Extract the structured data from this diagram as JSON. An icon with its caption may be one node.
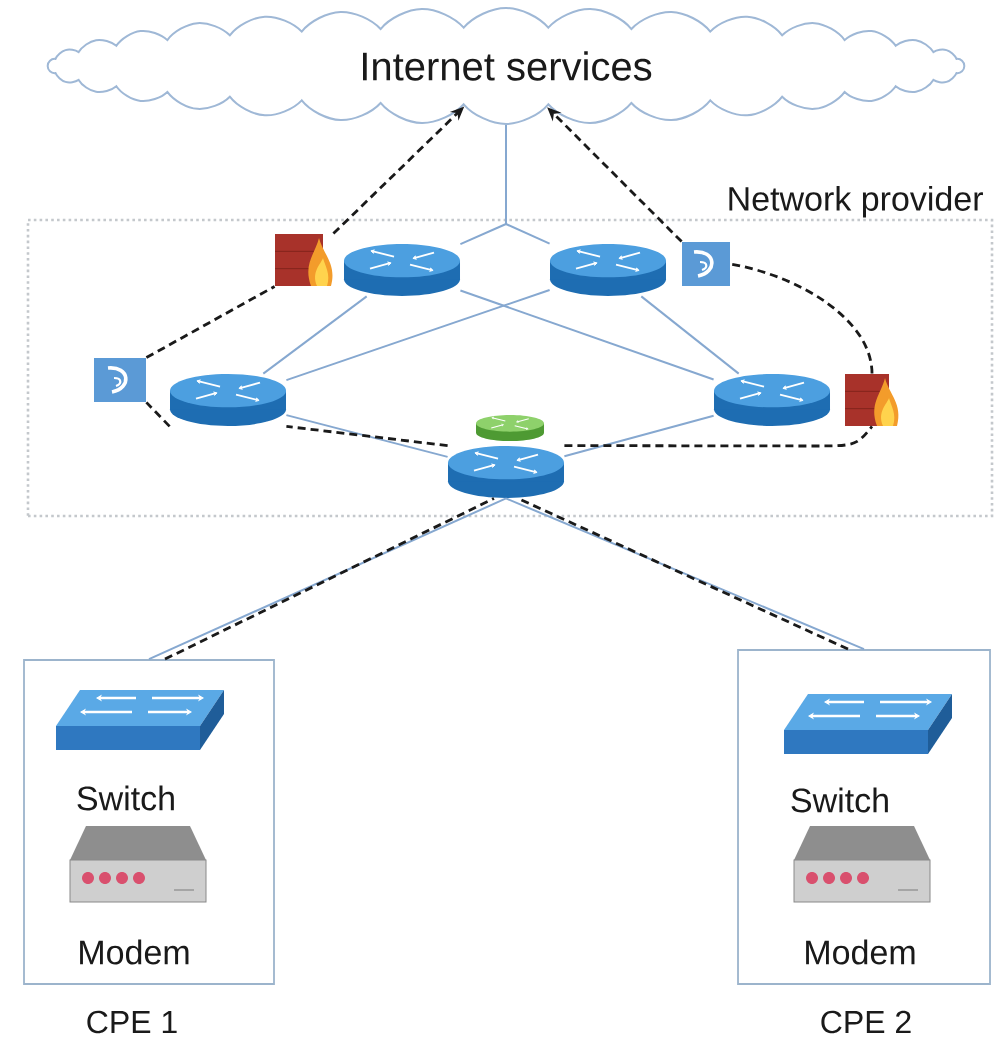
{
  "diagram": {
    "nodes": [
      {
        "text": [
          "Internet services"
        ]
      },
      {
        "text": [
          "Network provider"
        ]
      },
      {
        "text": [],
        "shape": "picture",
        "in": 1
      },
      {
        "text": [],
        "shape": "cylinder",
        "in": 1
      },
      {
        "text": [],
        "shape": "cylinder",
        "in": 1
      },
      {
        "text": [],
        "shape": "picture",
        "in": 1
      },
      {
        "text": [],
        "shape": "picture",
        "in": 1
      },
      {
        "text": [],
        "shape": "cylinder",
        "in": 1
      },
      {
        "text": [],
        "shape": "cylinder",
        "in": 1
      },
      {
        "text": [],
        "shape": "picture",
        "in": 1
      },
      {
        "text": [],
        "shape": "cylinder",
        "in": 1
      },
      {
        "text": [],
        "shape": "cylinder",
        "in": 1
      },
      {
        "text": [
          "CPE 1"
        ]
      },
      {
        "text": [
          "Switch"
        ],
        "in": 12
      },
      {
        "text": [
          "Modem"
        ],
        "in": 12
      },
      {
        "text": [
          "CPE 2"
        ]
      },
      {
        "text": [
          "Switch"
        ],
        "in": 15
      },
      {
        "text": [
          "Modem"
        ],
        "in": 15
      }
    ],
    "edges": [
      {
        "from": 0,
        "to": 3,
        "arrow": "none"
      },
      {
        "from": 0,
        "to": 4,
        "arrow": "none"
      },
      {
        "from": 3,
        "to": 7,
        "arrow": "none"
      },
      {
        "from": 3,
        "to": 8,
        "arrow": "none"
      },
      {
        "from": 4,
        "to": 7,
        "arrow": "none"
      },
      {
        "from": 4,
        "to": 8,
        "arrow": "none"
      },
      {
        "from": 7,
        "to": 11,
        "arrow": "none"
      },
      {
        "from": 8,
        "to": 11,
        "arrow": "none"
      },
      {
        "from": 11,
        "to": 12,
        "arrow": "none"
      },
      {
        "from": 11,
        "to": 15,
        "arrow": "none"
      },
      {
        "from": 12,
        "to": 11,
        "arrow": "none",
        "style": "dashed",
        "color": "#1a1a1a"
      },
      {
        "from": 11,
        "to": 7,
        "arrow": "none",
        "style": "dashed",
        "color": "#1a1a1a"
      },
      {
        "from": 7,
        "to": 6,
        "arrow": "none",
        "style": "dashed",
        "color": "#1a1a1a"
      },
      {
        "from": 6,
        "to": 2,
        "arrow": "none",
        "style": "dashed",
        "color": "#1a1a1a"
      },
      {
        "from": 2,
        "to": 0,
        "arrow": "to",
        "style": "dashed",
        "color": "#1a1a1a"
      },
      {
        "from": 15,
        "to": 11,
        "arrow": "none",
        "style": "dashed",
        "color": "#1a1a1a"
      },
      {
        "from": 11,
        "to": 9,
        "arrow": "none",
        "style": "dashed",
        "color": "#1a1a1a"
      },
      {
        "from": 9,
        "to": 5,
        "arrow": "none",
        "style": "dashed",
        "color": "#1a1a1a"
      },
      {
        "from": 5,
        "to": 0,
        "arrow": "to",
        "style": "dashed",
        "color": "#1a1a1a"
      }
    ]
  }
}
